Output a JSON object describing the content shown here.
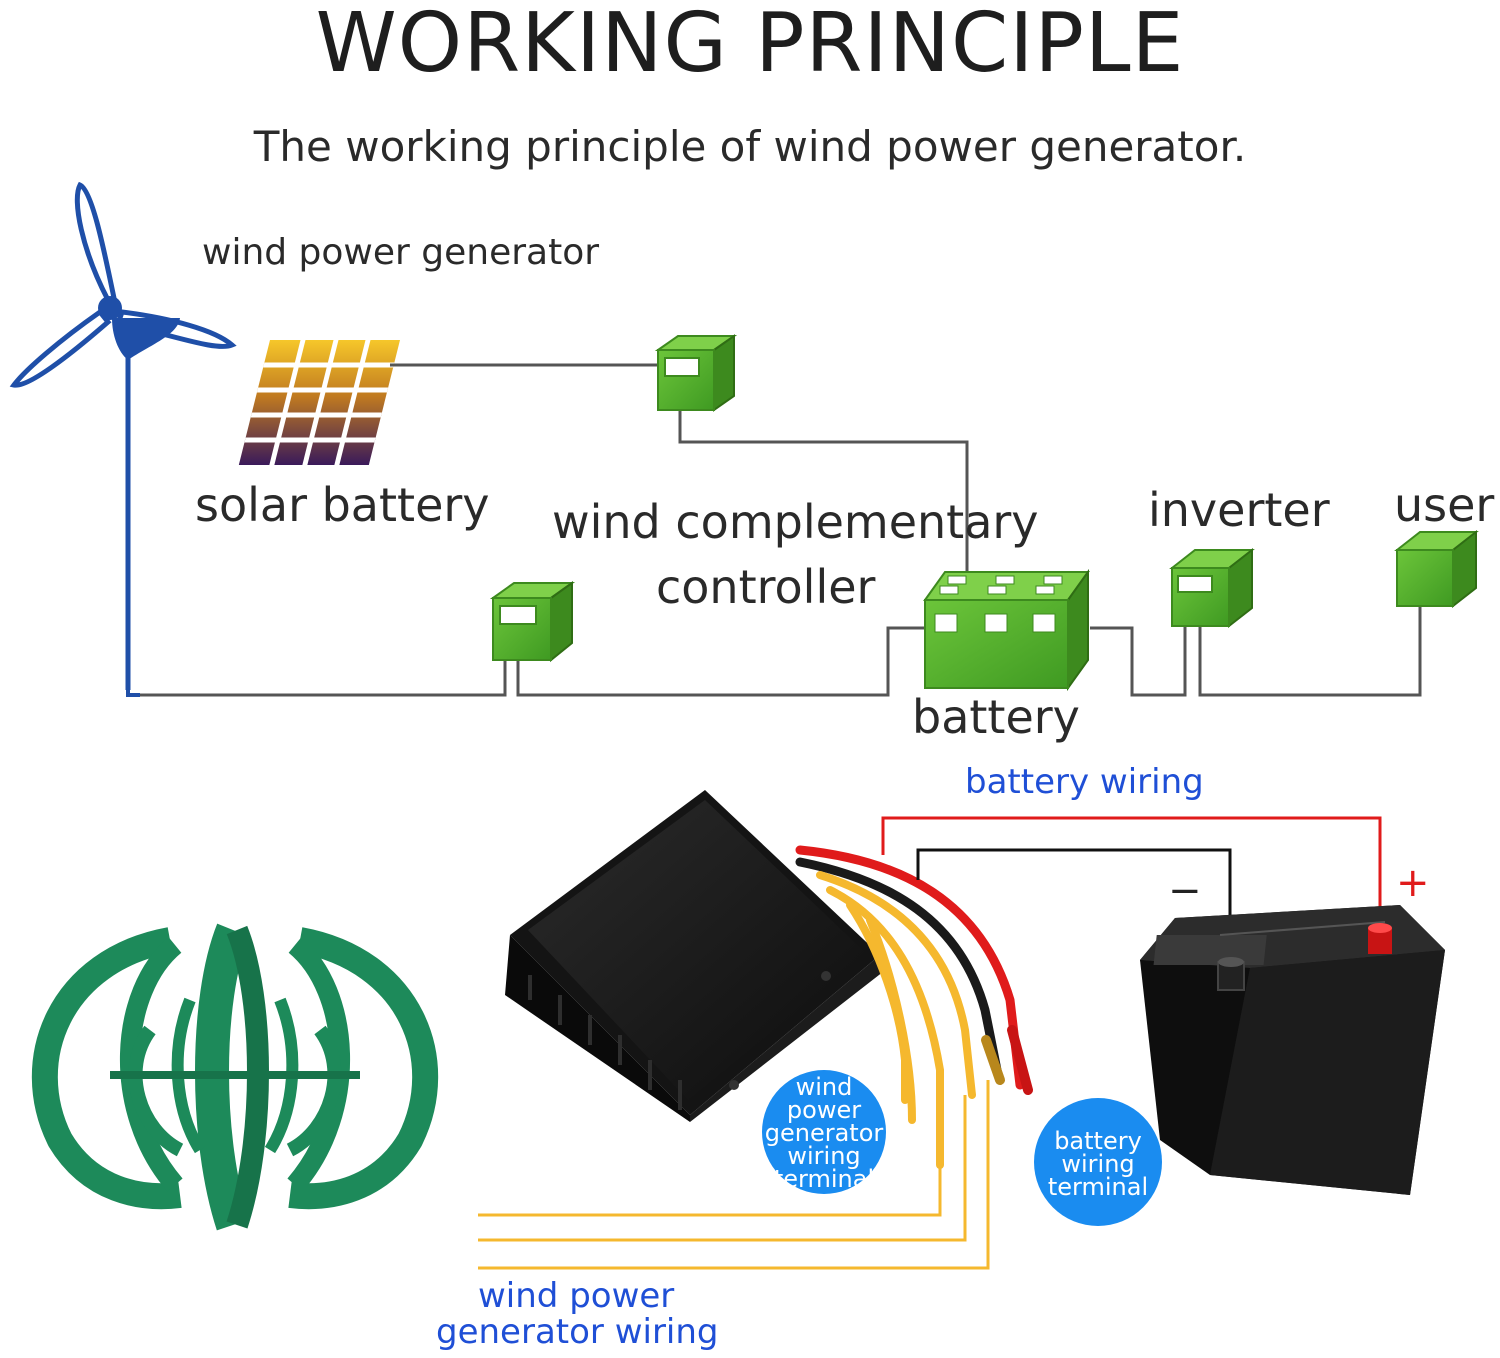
{
  "header": {
    "title": "WORKING PRINCIPLE",
    "subtitle": "The working principle of wind power generator."
  },
  "diagram": {
    "wind_generator_label": "wind power generator",
    "solar_label": "solar battery",
    "controller_label_line1": "wind complementary",
    "controller_label_line2": "controller",
    "inverter_label": "inverter",
    "user_label": "user",
    "battery_label": "battery"
  },
  "wiring": {
    "battery_wiring_label": "battery wiring",
    "minus_sign": "−",
    "plus_sign": "+",
    "wind_terminal_line1": "wind",
    "wind_terminal_line2": "power",
    "wind_terminal_line3": "generator",
    "wind_terminal_line4": "wiring",
    "wind_terminal_line5": "terminal",
    "battery_terminal_line1": "battery",
    "battery_terminal_line2": "wiring",
    "battery_terminal_line3": "terminal",
    "wind_wiring_line1": "wind power",
    "wind_wiring_line2": "generator wiring"
  },
  "colors": {
    "box_green": "#58b530",
    "box_green_dark": "#3d8a1e",
    "turbine_blue": "#1f4fa8",
    "label_blue": "#1f4fd6",
    "circle_blue": "#1a8cf0",
    "lantern_green": "#1d8a5a",
    "wire_red": "#e01b1b",
    "wire_yellow": "#f5b82e"
  }
}
